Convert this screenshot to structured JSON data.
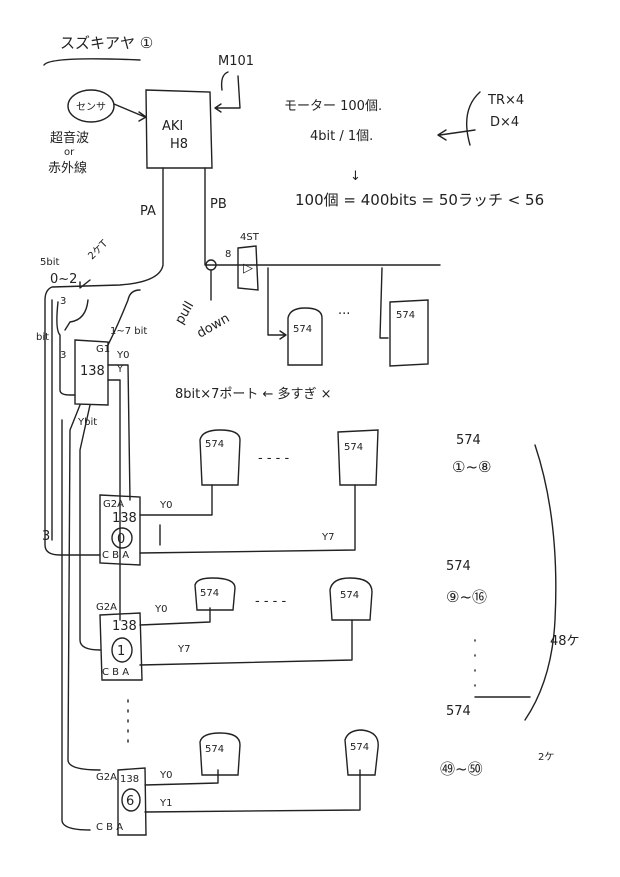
{
  "title": "スズキアヤ ①",
  "sensor": {
    "label": "センサ",
    "type_1": "超音波",
    "or": "or",
    "type_2": "赤外線"
  },
  "mcu": {
    "line1": "AKI",
    "line2": "H8",
    "module": "M101"
  },
  "ports": {
    "pa": "PA",
    "pb": "PB"
  },
  "motor_notes": {
    "line1": "モーター 100個.",
    "line2": "4bit / 1個.",
    "tr": "TR×4",
    "d": "D×4",
    "arrow": "↓",
    "calc": "100個 = 400bits = 50ラッチ < 56"
  },
  "buffer": {
    "symbol": "▷",
    "bits": "8",
    "top_label": "4ST",
    "pull": "pull",
    "down": "down"
  },
  "bus_latches": {
    "chip": "574",
    "ellipsis": "···"
  },
  "top_decoder": {
    "chip": "138",
    "bit_label": "5bit",
    "range": "0~2",
    "count": "3",
    "side": "3",
    "g1": "G1",
    "y0": "Y0",
    "y": "Y",
    "bits_label": "1~7 bit",
    "ybit": "Ybit",
    "note": "2ケT",
    "left_bit": "bit"
  },
  "rejected_note": "8bit×7ポート ← 多すぎ ×",
  "decoders": [
    {
      "chip": "138",
      "id": "0",
      "g2a": "G2A",
      "y_a": "Y0",
      "y_b": "Y7",
      "cba": "C B A"
    },
    {
      "chip": "138",
      "id": "1",
      "g2a": "G2A",
      "y_a": "Y0",
      "y_b": "Y7",
      "cba": "C B A"
    },
    {
      "chip": "138",
      "id": "6",
      "g2a": "G2A",
      "y_a": "Y0",
      "y_b": "Y1",
      "cba": "C B A"
    }
  ],
  "latch_rows": {
    "chip": "574",
    "dashes": "- - - -"
  },
  "groups": [
    {
      "chip": "574",
      "range": "①~⑧"
    },
    {
      "chip": "574",
      "range": "⑨~⑯"
    },
    {
      "chip": "574",
      "range": "㊾~㊿"
    }
  ],
  "group_total": "48ケ",
  "last_count": "2ケ",
  "side_three": "3"
}
